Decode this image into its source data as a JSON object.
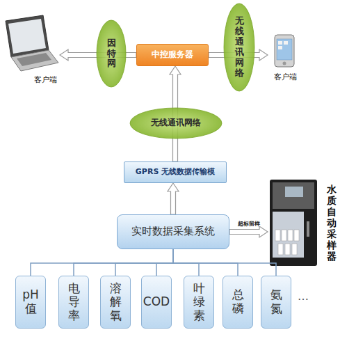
{
  "diagram": {
    "nodes": [
      {
        "text": [
          "客户端"
        ]
      },
      {
        "text": [
          "因特网"
        ]
      },
      {
        "text": [
          "中控服务器"
        ]
      },
      {
        "text": [
          "无线通讯网络"
        ]
      },
      {
        "text": [
          "客户端"
        ]
      },
      {
        "text": [
          "无线通讯网络"
        ]
      },
      {
        "text": [
          "GPRS 无线数据传输模"
        ]
      },
      {
        "text": [
          "实时数据采集系统"
        ]
      },
      {
        "text": [
          "水质自动采样器"
        ]
      },
      {
        "text": [
          "pH值"
        ]
      },
      {
        "text": [
          "电导率"
        ]
      },
      {
        "text": [
          "溶解氧"
        ]
      },
      {
        "text": [
          "COD"
        ]
      },
      {
        "text": [
          "叶绿素"
        ]
      },
      {
        "text": [
          "总磷"
        ]
      },
      {
        "text": [
          "氨氮"
        ]
      }
    ],
    "edges": [
      {
        "from": 2,
        "to": 0,
        "arrow": "to"
      },
      {
        "from": 2,
        "to": 4,
        "arrow": "to"
      },
      {
        "from": 6,
        "to": 2,
        "arrow": "to"
      },
      {
        "from": 7,
        "to": 6,
        "arrow": "to"
      },
      {
        "from": 7,
        "to": 8,
        "arrow": "to",
        "label": "超标留样"
      },
      {
        "from": 7,
        "to": 9,
        "arrow": "none"
      },
      {
        "from": 7,
        "to": 10,
        "arrow": "none"
      },
      {
        "from": 7,
        "to": 11,
        "arrow": "none"
      },
      {
        "from": 7,
        "to": 12,
        "arrow": "none"
      },
      {
        "from": 7,
        "to": 13,
        "arrow": "none"
      },
      {
        "from": 7,
        "to": 14,
        "arrow": "none"
      },
      {
        "from": 7,
        "to": 15,
        "arrow": "none"
      }
    ],
    "labels": [
      "…"
    ]
  }
}
